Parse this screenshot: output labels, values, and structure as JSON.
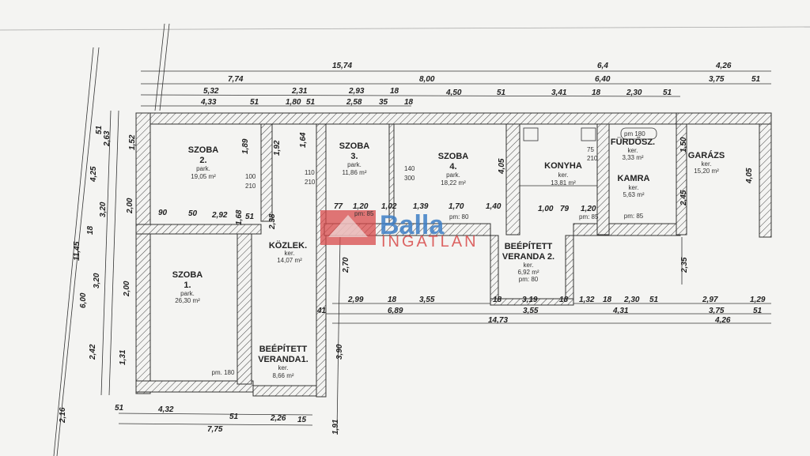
{
  "rooms": [
    {
      "name": "SZOBA",
      "num": "2.",
      "floor": "park.",
      "area": "19,05 m²"
    },
    {
      "name": "SZOBA",
      "num": "3.",
      "floor": "park.",
      "area": "11,86 m²"
    },
    {
      "name": "SZOBA",
      "num": "4.",
      "floor": "park.",
      "area": "18,22 m²"
    },
    {
      "name": "KONYHA",
      "floor": "ker.",
      "area": "13,81 m²"
    },
    {
      "name": "FÜRDŐSZ.",
      "floor": "ker.",
      "area": "3,33 m²"
    },
    {
      "name": "KAMRA",
      "floor": "ker.",
      "area": "5,63 m²",
      "pm": "pm: 85"
    },
    {
      "name": "GARÁZS",
      "floor": "ker.",
      "area": "15,20 m²"
    },
    {
      "name": "SZOBA",
      "num": "1.",
      "floor": "park.",
      "area": "26,30 m²",
      "pm": "pm. 180"
    },
    {
      "name": "KÖZLEK.",
      "floor": "ker.",
      "area": "14,07 m²"
    },
    {
      "name": "BEÉPÍTETT",
      "name2": "VERANDA1.",
      "floor": "ker.",
      "area": "8,66 m²"
    },
    {
      "name": "BEÉPÍTETT",
      "name2": "VERANDA 2.",
      "floor": "ker.",
      "area": "6,92 m²",
      "pm": "pm: 80"
    }
  ],
  "dims_top": {
    "row1": [
      "15,74",
      "6,4",
      "4,26"
    ],
    "row2": [
      "7,74",
      "8,00",
      "6,40",
      "3,75",
      "51"
    ],
    "row3": [
      "5,32",
      "2,31",
      "2,93",
      "18",
      "4,50",
      "51",
      "3,41",
      "18",
      "2,30",
      "51"
    ],
    "row4": [
      "4,33",
      "51",
      "1,80",
      "51",
      "2,58",
      "35",
      "18"
    ]
  },
  "dims_bottom": {
    "row1": [
      "2,99",
      "18",
      "3,55",
      "18",
      "3,19",
      "18",
      "1,32",
      "18",
      "2,30",
      "51",
      "2,97",
      "1,29"
    ],
    "row2": [
      "41",
      "6,89",
      "3,55",
      "4,31",
      "3,75",
      "51"
    ],
    "row3": [
      "14,73",
      "4,26"
    ],
    "left1": [
      "51",
      "4,32",
      "51",
      "2,26",
      "15"
    ],
    "left2": [
      "7,75"
    ]
  },
  "dims_left": [
    "11,45",
    "4,25",
    "6,00",
    "2,63",
    "3,20",
    "3,20",
    "2,42",
    "51",
    "18",
    "2,16",
    "1,52",
    "2,00",
    "2,00",
    "1,31"
  ],
  "annotations": [
    "pm: 85",
    "pm: 80",
    "1,00",
    "79",
    "1,20",
    "pm: 85",
    "77",
    "1,20",
    "1,02",
    "1,39",
    "1,70",
    "1,40",
    "pm 180",
    "100",
    "210",
    "140",
    "300",
    "110",
    "210",
    "75",
    "210",
    "4,05",
    "4,05",
    "1,50",
    "2,45",
    "2,35",
    "3,90",
    "2,70",
    "1,91",
    "1,89",
    "1,92",
    "1,64",
    "90",
    "50",
    "2,92",
    "51",
    "1,68",
    "2,38"
  ],
  "watermark": {
    "brand": "Balla",
    "sub": "INGATLAN"
  },
  "colors": {
    "logo_red": "#d84a4a",
    "logo_blue": "#3d7fc6"
  }
}
